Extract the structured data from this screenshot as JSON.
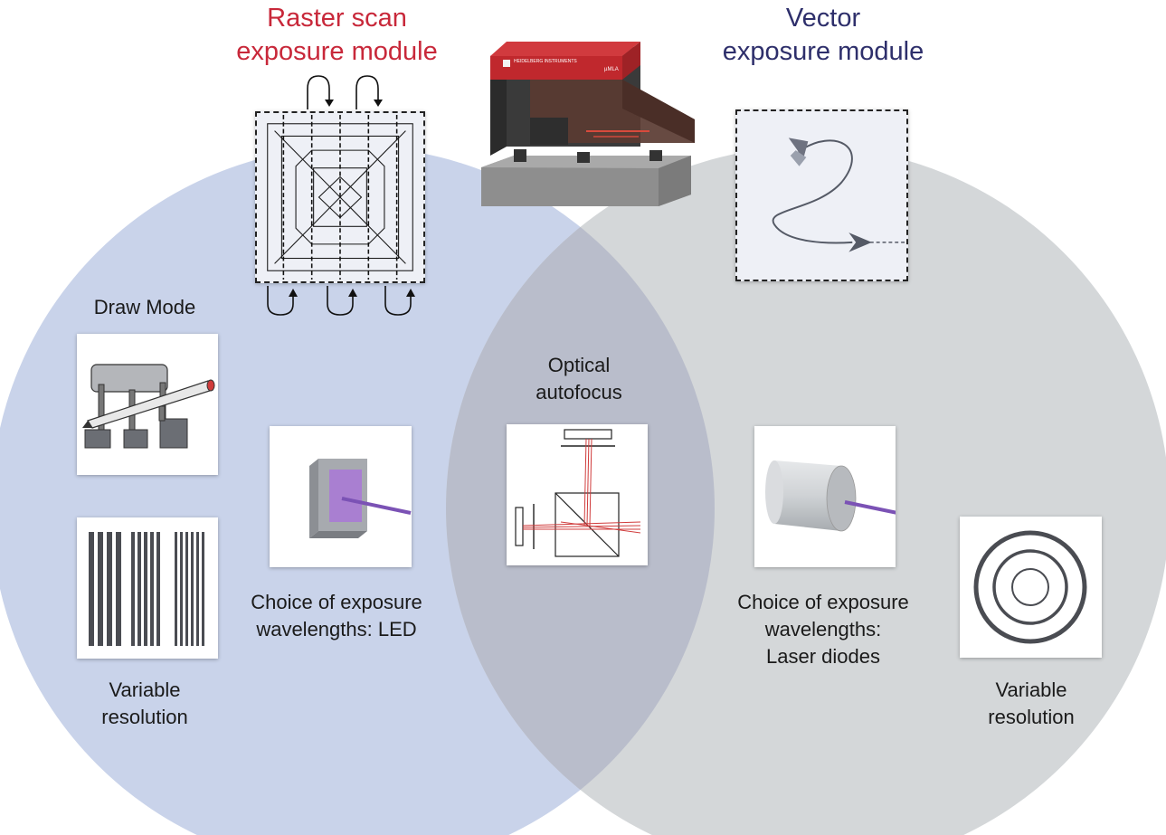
{
  "titles": {
    "raster": {
      "line1": "Raster scan",
      "line2": "exposure module"
    },
    "vector": {
      "line1": "Vector",
      "line2": "exposure module"
    }
  },
  "labels": {
    "draw_mode": "Draw Mode",
    "optical_autofocus": {
      "line1": "Optical",
      "line2": "autofocus"
    },
    "led": {
      "line1": "Choice of exposure",
      "line2": "wavelengths: LED"
    },
    "laser": {
      "line1": "Choice of exposure",
      "line2": "wavelengths:",
      "line3": "Laser diodes"
    },
    "variable_resolution_left": {
      "line1": "Variable",
      "line2": "resolution"
    },
    "variable_resolution_right": {
      "line1": "Variable",
      "line2": "resolution"
    }
  },
  "machine": {
    "brand": "HEIDELBERG INSTRUMENTS",
    "model": "µMLA"
  },
  "icons": {
    "raster_scan": "raster-scan-pattern-icon",
    "vector_path": "vector-path-arrow-icon",
    "draw_mode": "pen-drawing-icon",
    "line_grating": "line-grating-icon",
    "led_source": "led-source-icon",
    "beam_splitter": "beam-splitter-optics-icon",
    "laser_diode": "laser-diode-cylinder-icon",
    "rings": "concentric-rings-icon"
  },
  "colors": {
    "raster_title": "#c8283a",
    "vector_title": "#2e2f6b",
    "left_circle": "#c9d3ea",
    "right_circle": "#d4d7d9",
    "overlap": "#b9bdcb",
    "led_purple": "#9b6fc8",
    "laser_red": "#d03c3c",
    "machine_red": "#c0282d"
  }
}
